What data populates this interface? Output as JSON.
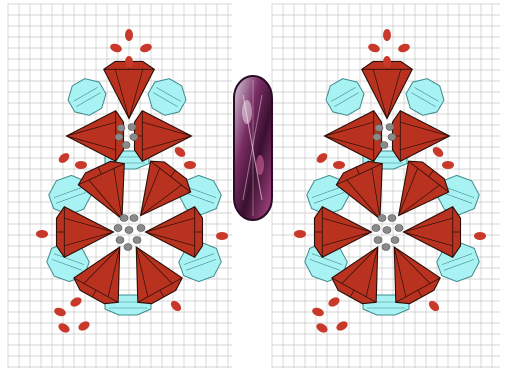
{
  "figure": {
    "kind": "beadwork-earring-pattern",
    "panels": [
      {
        "id": "left-earring"
      },
      {
        "id": "right-earring"
      }
    ],
    "center_stone": {
      "shape": "navette",
      "color": "#7a2d63"
    },
    "colors": {
      "background": "#ffffff",
      "grid_line": "#c8c8c8",
      "bicone_fill": "#b8321f",
      "bicone_stroke": "#2a0e08",
      "crystal_fill": "#a8f2f4",
      "crystal_stroke": "#3e8a8c",
      "small_bead": "#c8392a",
      "seed_bead": "#8a8a8a"
    }
  }
}
